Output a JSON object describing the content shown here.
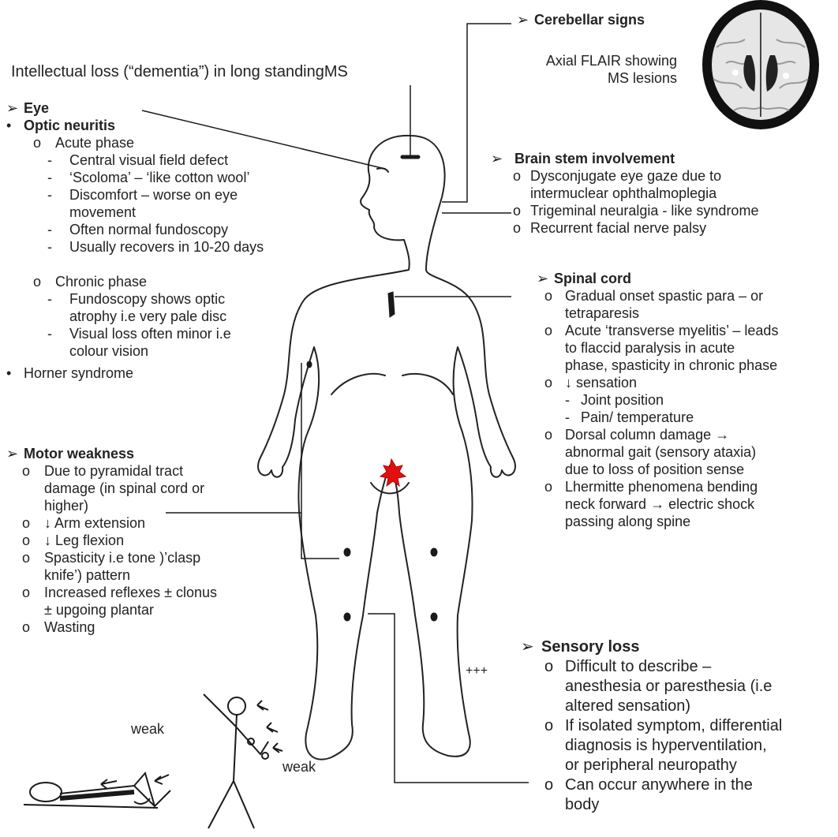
{
  "top_note": "Intellectual loss (“dementia”) in long standingMS",
  "markers": {
    "arrow": "➢",
    "bullet": "•",
    "circle": "o",
    "dash": "-",
    "down": "↓",
    "right_arrow": "→"
  },
  "cerebellar": {
    "heading": "Cerebellar signs",
    "caption_line1": "Axial FLAIR showing",
    "caption_line2": "MS lesions"
  },
  "eye": {
    "heading": "Eye",
    "optic_heading": "Optic neuritis",
    "acute": "Acute phase",
    "acute_items": [
      "Central visual field defect",
      "‘Scoloma’ – ‘like cotton wool’",
      "Discomfort – worse on eye",
      "movement",
      "Often normal fundoscopy",
      "Usually recovers  in 10-20 days"
    ],
    "chronic": "Chronic  phase",
    "chronic_items": [
      "Fundoscopy shows optic",
      "atrophy i.e very pale disc",
      "Visual loss often minor i.e",
      "colour vision"
    ],
    "horner": "Horner  syndrome"
  },
  "motor": {
    "heading": "Motor weakness",
    "items": [
      "Due to pyramidal tract",
      "damage (in spinal cord or",
      "higher)",
      "Arm extension",
      "Leg flexion",
      "Spasticity i.e    tone )’clasp",
      "knife’) pattern",
      "Increased reflexes ± clonus",
      "± upgoing  plantar",
      "Wasting"
    ]
  },
  "brainstem": {
    "heading": "Brain stem involvement",
    "items": [
      "Dysconjugate eye gaze due to",
      "intermuclear ophthalmoplegia",
      "Trigeminal  neuralgia - like syndrome",
      "Recurrent facial nerve  palsy"
    ]
  },
  "spinal": {
    "heading": "Spinal cord",
    "items": [
      "Gradual onset spastic para – or",
      "tetraparesis",
      "Acute ‘transverse  myelitis’ – leads",
      "to flaccid paralysis in acute",
      "phase, spasticity in chronic phase",
      "sensation",
      "Joint position",
      "Pain/ temperature",
      "Dorsal column damage",
      "abnormal gait (sensory ataxia)",
      "due to loss of position sense",
      "Lhermitte phenomena bending",
      "neck forward",
      "electric shock",
      "passing along spine"
    ]
  },
  "sensory": {
    "heading": "Sensory loss",
    "items": [
      "Difficult to describe –",
      "anesthesia or paresthesia (i.e",
      "altered sensation)",
      "If isolated symptom, differential",
      "diagnosis is hyperventilation,",
      "or peripheral neuropathy",
      "Can occur anywhere in the",
      "body"
    ]
  },
  "figure_labels": {
    "weak_1": "weak",
    "weak_2": "weak",
    "plus": "+++"
  },
  "colors": {
    "text": "#222222",
    "line": "#1a1a1a",
    "lesion": "#e01010"
  }
}
